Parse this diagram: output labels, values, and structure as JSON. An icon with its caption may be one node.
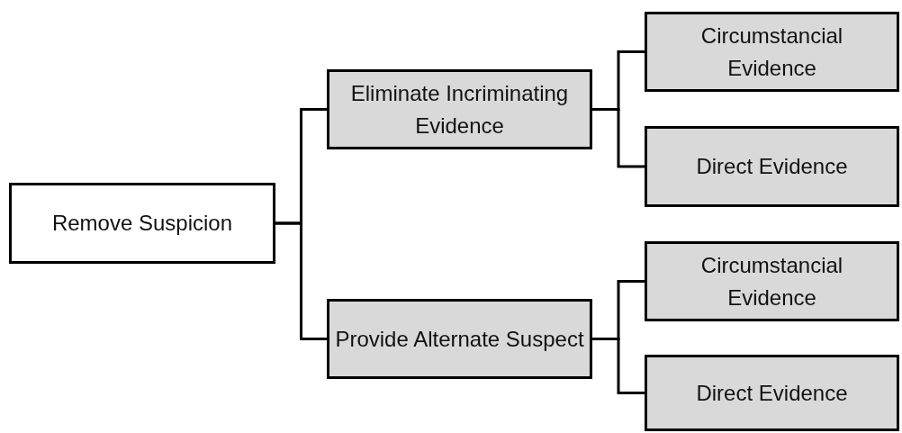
{
  "diagram": {
    "nodes": [
      {
        "text": [
          "Remove Suspicion"
        ]
      },
      {
        "text": [
          "Eliminate Incriminating Evidence"
        ]
      },
      {
        "text": [
          "Circumstancial Evidence"
        ]
      },
      {
        "text": [
          "Direct Evidence"
        ]
      },
      {
        "text": [
          "Provide Alternate Suspect"
        ]
      },
      {
        "text": [
          "Circumstancial Evidence"
        ]
      },
      {
        "text": [
          "Direct Evidence"
        ]
      }
    ],
    "edges": [
      {
        "from": 0,
        "to": 1,
        "arrow": "none"
      },
      {
        "from": 0,
        "to": 4,
        "arrow": "none"
      },
      {
        "from": 1,
        "to": 2,
        "arrow": "none"
      },
      {
        "from": 1,
        "to": 3,
        "arrow": "none"
      },
      {
        "from": 4,
        "to": 5,
        "arrow": "none"
      },
      {
        "from": 4,
        "to": 6,
        "arrow": "none"
      }
    ]
  }
}
